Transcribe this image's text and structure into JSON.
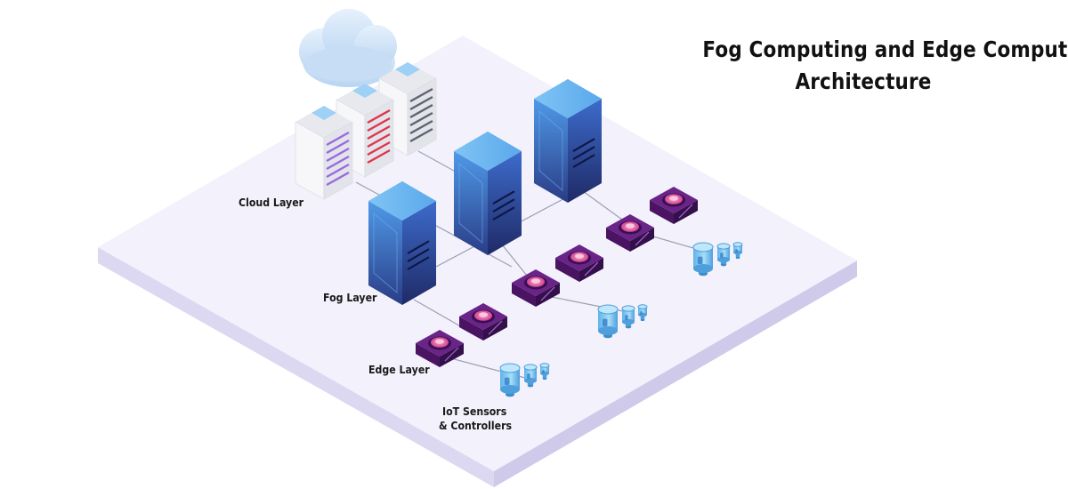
{
  "title": {
    "line1": "Fog Computing and Edge Computing",
    "line2": "Architecture"
  },
  "layers": {
    "cloud": "Cloud Layer",
    "fog": "Fog Layer",
    "edge": "Edge Layer",
    "iot_line1": "IoT Sensors",
    "iot_line2": "& Controllers"
  },
  "colors": {
    "platform_top": "#f3f1fb",
    "platform_side": "#ddd8f1",
    "server_blue": "#4a86e0",
    "server_dark": "#2d3f85",
    "edge_purple": "#5b1c74",
    "edge_pink": "#e5609a",
    "sensor_blue": "#79c6ef",
    "rack_purple": "#9a6ae0",
    "rack_red": "#e0354c",
    "rack_grey": "#5f6370",
    "cloud": "#c9dff6",
    "wire": "#9aa0b5"
  }
}
